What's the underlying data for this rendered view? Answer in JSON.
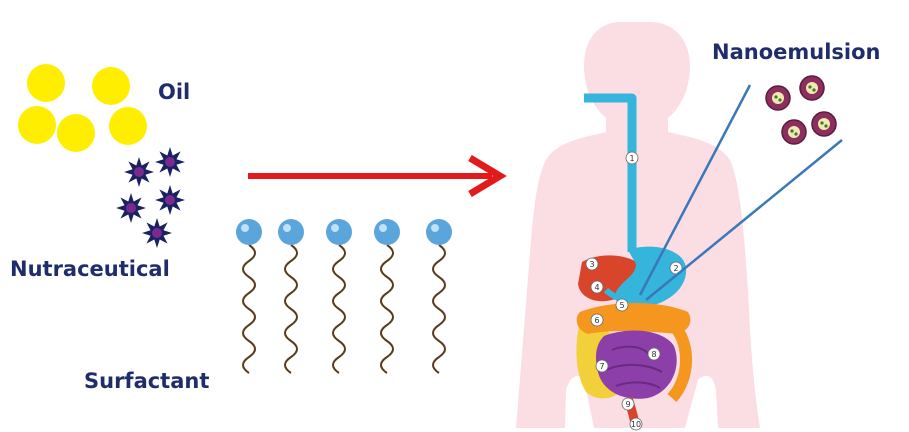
{
  "labels": {
    "oil": "Oil",
    "nutraceutical": "Nutraceutical",
    "surfactant": "Surfactant",
    "nanoemulsion": "Nanoemulsion"
  },
  "organ_numbers": [
    "1",
    "2",
    "3",
    "4",
    "5",
    "6",
    "7",
    "8",
    "9",
    "10"
  ],
  "colors": {
    "label_text": "#1f2d6b",
    "oil_droplet": "#ffee00",
    "nutraceutical_star": "#1a2266",
    "nutraceutical_core": "#7a2a8c",
    "surfactant_head": "#5aa6dc",
    "surfactant_tail": "#5a3a1a",
    "arrow": "#e31a1c",
    "body_silhouette": "#fbdde4",
    "digestive_tract": "#35b4dc",
    "liver": "#d9452b",
    "small_intestine": "#8c3fa8",
    "large_intestine_orange": "#f5961f",
    "large_intestine_yellow": "#f2d03a",
    "pointer_line": "#3a78b8",
    "nanoemulsion_particle": "#8c2f5e"
  }
}
